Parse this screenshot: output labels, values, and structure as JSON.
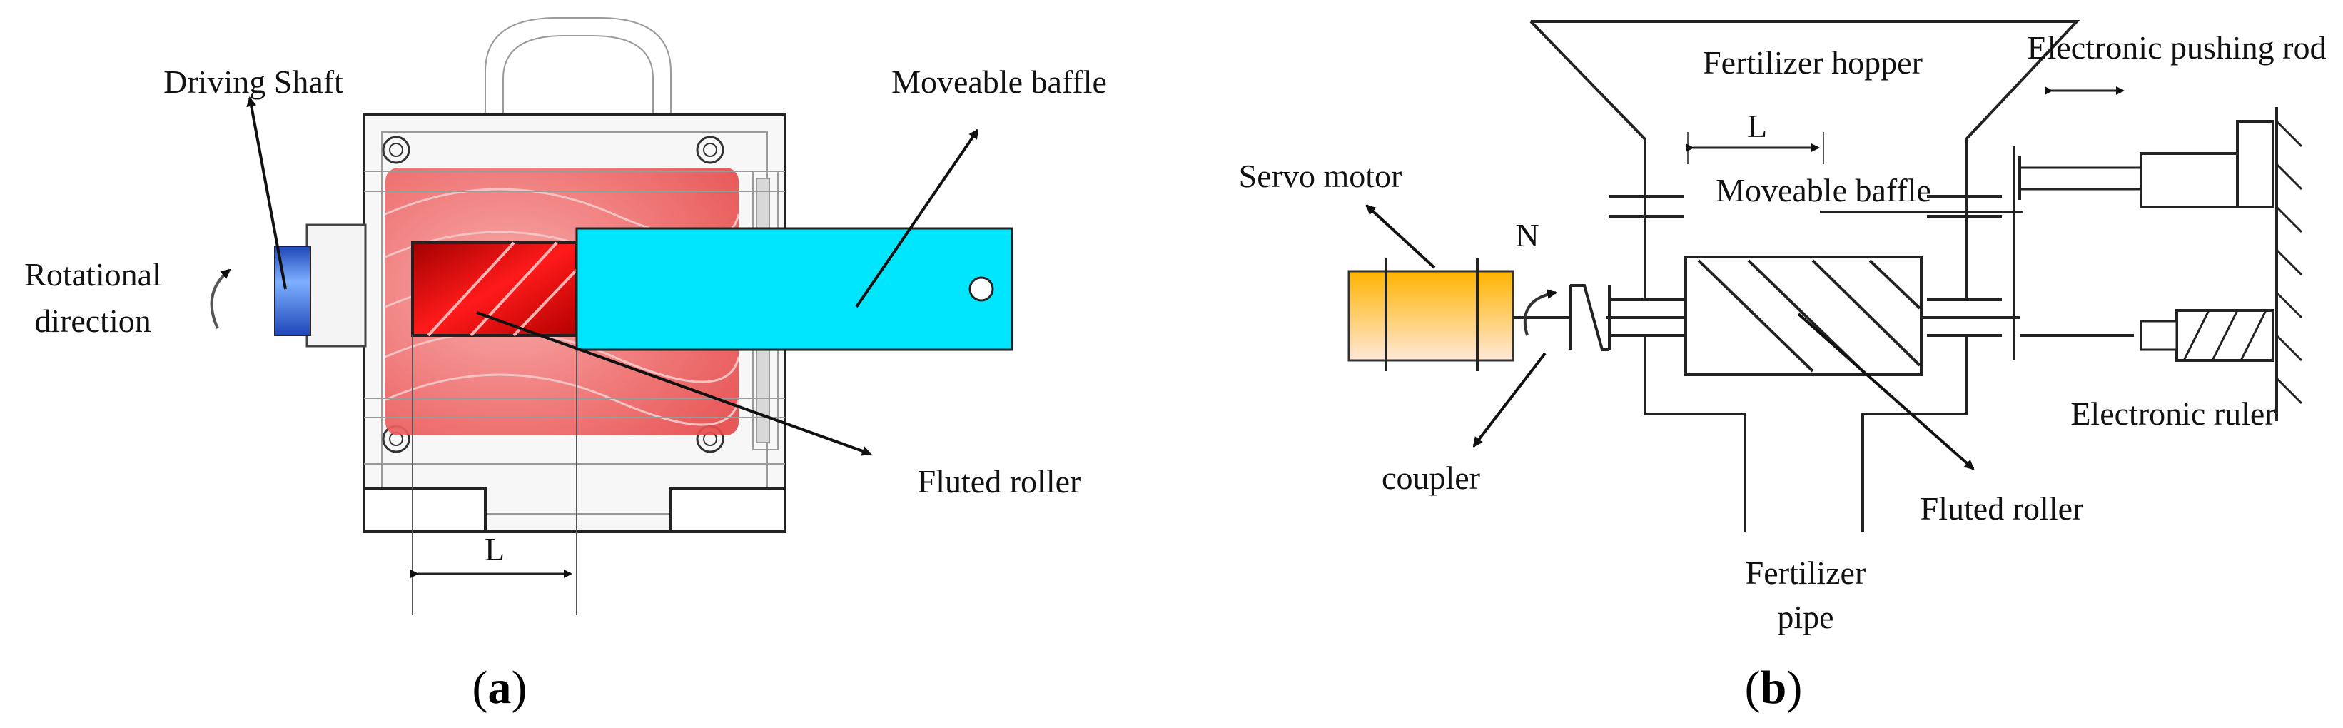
{
  "panel_a": {
    "label": "a",
    "driving_shaft": "Driving Shaft",
    "moveable_baffle": "Moveable baffle",
    "rotational_line1": "Rotational",
    "rotational_line2": "direction",
    "fluted_roller": "Fluted roller",
    "length": "L"
  },
  "panel_b": {
    "label": "b",
    "fertilizer_hopper": "Fertilizer hopper",
    "electronic_pushing_rod": "Electronic pushing rod",
    "length": "L",
    "servo_motor": "Servo motor",
    "moveable_baffle": "Moveable baffle",
    "speed": "N",
    "electronic_ruler": "Electronic ruler",
    "coupler": "coupler",
    "fluted_roller": "Fluted roller",
    "fertilizer_pipe_line1": "Fertilizer",
    "fertilizer_pipe_line2": "pipe"
  },
  "colors": {
    "roller_red": "#e8262a",
    "baffle_cyan": "#00e6ff",
    "shaft_blue": "#4a86e8",
    "motor_orange": "#ffbf1f"
  }
}
